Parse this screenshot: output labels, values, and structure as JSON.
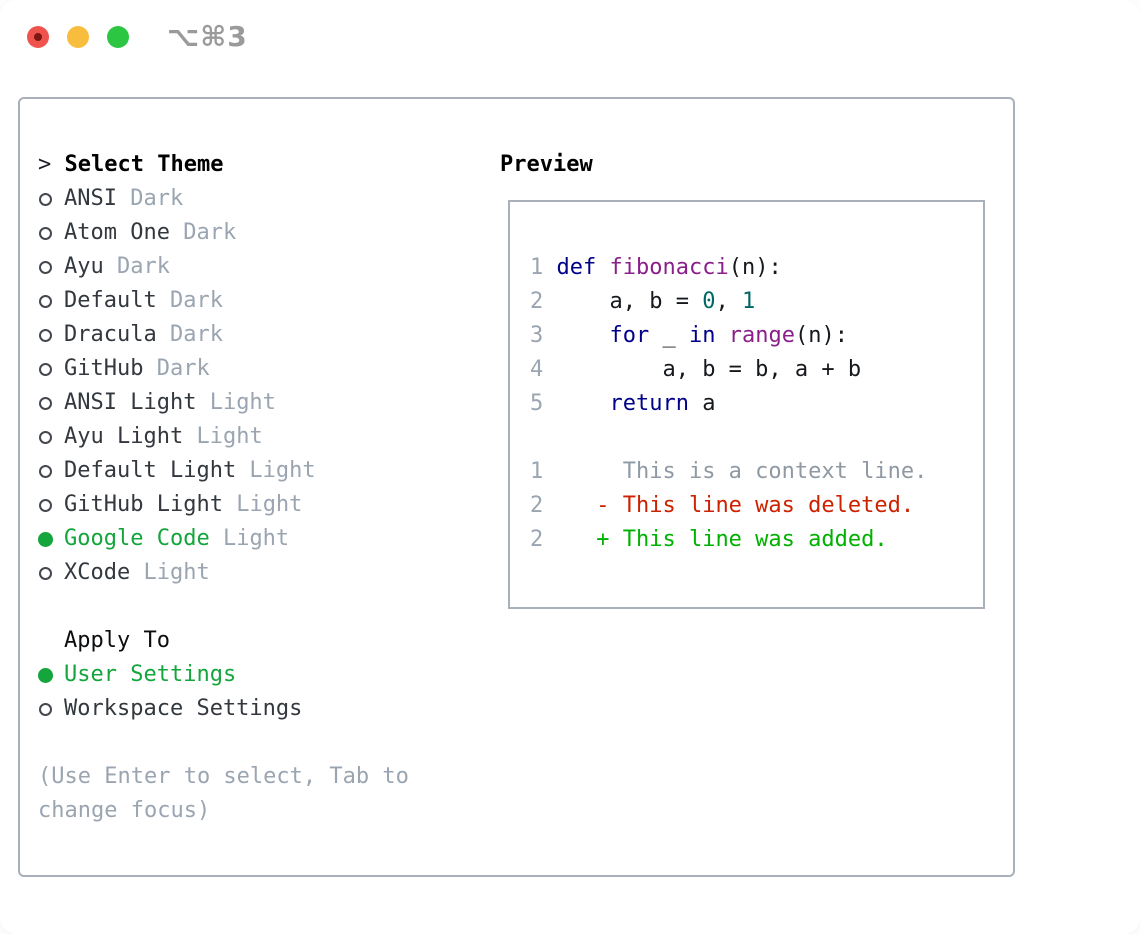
{
  "window": {
    "shortcut": "⌥⌘3",
    "traffic_lights": [
      {
        "name": "close",
        "color": "#ee544d",
        "has_inner_dot": true,
        "dot_color": "#7c1713"
      },
      {
        "name": "minimize",
        "color": "#f9bd3e",
        "has_inner_dot": false
      },
      {
        "name": "zoom",
        "color": "#2dc643",
        "has_inner_dot": false
      }
    ]
  },
  "theme_selector": {
    "focus_indicator": ">",
    "title": "Select Theme",
    "themes": [
      {
        "name": "ANSI",
        "variant": "Dark",
        "selected": false
      },
      {
        "name": "Atom One",
        "variant": "Dark",
        "selected": false
      },
      {
        "name": "Ayu",
        "variant": "Dark",
        "selected": false
      },
      {
        "name": "Default",
        "variant": "Dark",
        "selected": false
      },
      {
        "name": "Dracula",
        "variant": "Dark",
        "selected": false
      },
      {
        "name": "GitHub",
        "variant": "Dark",
        "selected": false
      },
      {
        "name": "ANSI Light",
        "variant": "Light",
        "selected": false
      },
      {
        "name": "Ayu Light",
        "variant": "Light",
        "selected": false
      },
      {
        "name": "Default Light",
        "variant": "Light",
        "selected": false
      },
      {
        "name": "GitHub Light",
        "variant": "Light",
        "selected": false
      },
      {
        "name": "Google Code",
        "variant": "Light",
        "selected": true
      },
      {
        "name": "XCode",
        "variant": "Light",
        "selected": false
      }
    ],
    "apply_to": {
      "title": "Apply To",
      "options": [
        {
          "label": "User Settings",
          "selected": true
        },
        {
          "label": "Workspace Settings",
          "selected": false
        }
      ]
    },
    "hint_lines": [
      "(Use Enter to select, Tab to",
      "change focus)"
    ]
  },
  "preview": {
    "title": "Preview",
    "lines": [
      [
        [
          "ln",
          "1 "
        ],
        [
          "kw",
          "def"
        ],
        [
          "pln",
          " "
        ],
        [
          "typ",
          "fibonacci"
        ],
        [
          "pln",
          "(n):"
        ]
      ],
      [
        [
          "ln",
          "2 "
        ],
        [
          "pln",
          "    a, b = "
        ],
        [
          "lit",
          "0"
        ],
        [
          "pln",
          ", "
        ],
        [
          "lit",
          "1"
        ]
      ],
      [
        [
          "ln",
          "3 "
        ],
        [
          "pln",
          "    "
        ],
        [
          "kw",
          "for"
        ],
        [
          "pln",
          " _ "
        ],
        [
          "kw",
          "in"
        ],
        [
          "pln",
          " "
        ],
        [
          "typ",
          "range"
        ],
        [
          "pln",
          "(n):"
        ]
      ],
      [
        [
          "ln",
          "4 "
        ],
        [
          "pln",
          "        a, b = b, a + b"
        ]
      ],
      [
        [
          "ln",
          "5 "
        ],
        [
          "pln",
          "    "
        ],
        [
          "kw",
          "return"
        ],
        [
          "pln",
          " a"
        ]
      ],
      [],
      [
        [
          "ln",
          "1 "
        ],
        [
          "ctx",
          "     This is a context line."
        ]
      ],
      [
        [
          "ln",
          "2 "
        ],
        [
          "del",
          "   - This line was deleted."
        ]
      ],
      [
        [
          "ln",
          "2 "
        ],
        [
          "add",
          "   + This line was added."
        ]
      ]
    ]
  },
  "colors": {
    "selection_green": "#14a53c",
    "diff_added_green": "#00b100",
    "diff_deleted_red": "#cc2200",
    "keyword_blue": "#000088",
    "function_purple": "#8a1f8a",
    "literal_teal": "#006666",
    "muted_gray": "#9aa5b1",
    "border_gray": "#a9b0ba",
    "traffic_red": "#ee544d",
    "traffic_yellow": "#f9bd3e",
    "traffic_green": "#2dc643"
  }
}
